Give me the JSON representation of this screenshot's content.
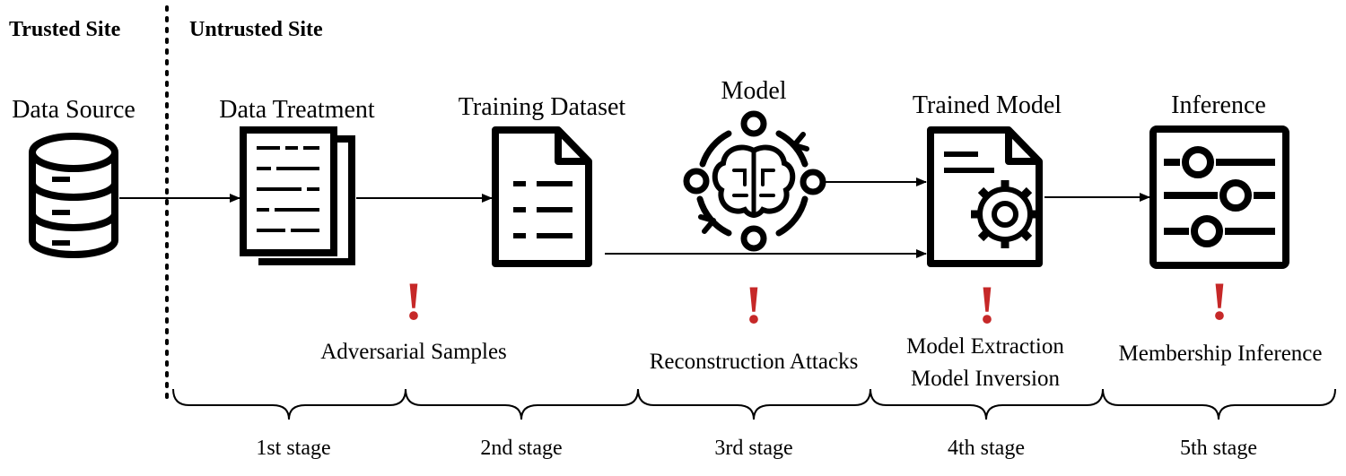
{
  "sites": {
    "trusted": "Trusted Site",
    "untrusted": "Untrusted Site"
  },
  "nodes": {
    "data_source": "Data Source",
    "data_treatment": "Data Treatment",
    "training_dataset": "Training Dataset",
    "model": "Model",
    "trained_model": "Trained Model",
    "inference": "Inference"
  },
  "alerts": {
    "symbol": "!",
    "color": "#c62828"
  },
  "attacks": {
    "adversarial": "Adversarial Samples",
    "reconstruction": "Reconstruction Attacks",
    "extraction": "Model Extraction",
    "inversion": "Model Inversion",
    "membership": "Membership Inference"
  },
  "stages": [
    "1st stage",
    "2nd stage",
    "3rd stage",
    "4th stage",
    "5th stage"
  ]
}
